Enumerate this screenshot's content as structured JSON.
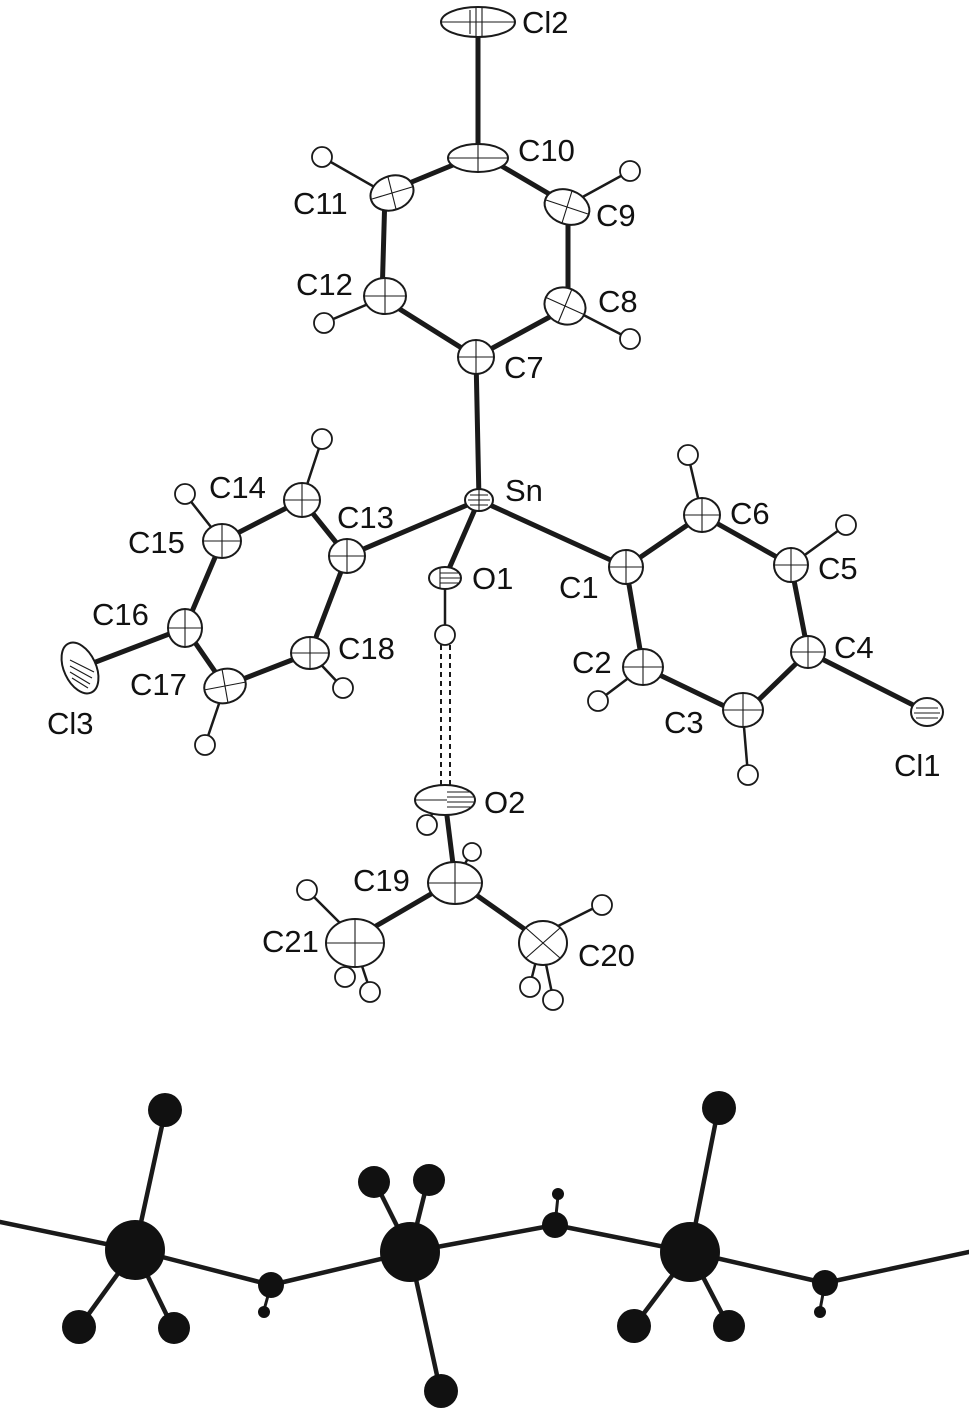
{
  "molecule": {
    "atoms": [
      {
        "id": "Cl2",
        "label": "Cl2"
      },
      {
        "id": "C10",
        "label": "C10"
      },
      {
        "id": "C11",
        "label": "C11"
      },
      {
        "id": "C9",
        "label": "C9"
      },
      {
        "id": "C12",
        "label": "C12"
      },
      {
        "id": "C8",
        "label": "C8"
      },
      {
        "id": "C7",
        "label": "C7"
      },
      {
        "id": "Sn",
        "label": "Sn"
      },
      {
        "id": "C14",
        "label": "C14"
      },
      {
        "id": "C13",
        "label": "C13"
      },
      {
        "id": "C15",
        "label": "C15"
      },
      {
        "id": "C16",
        "label": "C16"
      },
      {
        "id": "C17",
        "label": "C17"
      },
      {
        "id": "C18",
        "label": "C18"
      },
      {
        "id": "Cl3",
        "label": "Cl3"
      },
      {
        "id": "O1",
        "label": "O1"
      },
      {
        "id": "C6",
        "label": "C6"
      },
      {
        "id": "C5",
        "label": "C5"
      },
      {
        "id": "C1",
        "label": "C1"
      },
      {
        "id": "C4",
        "label": "C4"
      },
      {
        "id": "C2",
        "label": "C2"
      },
      {
        "id": "C3",
        "label": "C3"
      },
      {
        "id": "Cl1",
        "label": "Cl1"
      },
      {
        "id": "O2",
        "label": "O2"
      },
      {
        "id": "C19",
        "label": "C19"
      },
      {
        "id": "C21",
        "label": "C21"
      },
      {
        "id": "C20",
        "label": "C20"
      }
    ],
    "bonds": [
      [
        "Cl2",
        "C10"
      ],
      [
        "C10",
        "C11"
      ],
      [
        "C10",
        "C9"
      ],
      [
        "C11",
        "C12"
      ],
      [
        "C9",
        "C8"
      ],
      [
        "C12",
        "C7"
      ],
      [
        "C8",
        "C7"
      ],
      [
        "C7",
        "Sn"
      ],
      [
        "Sn",
        "C13"
      ],
      [
        "Sn",
        "C1"
      ],
      [
        "Sn",
        "O1"
      ],
      [
        "C13",
        "C14"
      ],
      [
        "C14",
        "C15"
      ],
      [
        "C15",
        "C16"
      ],
      [
        "C16",
        "C17"
      ],
      [
        "C17",
        "C18"
      ],
      [
        "C18",
        "C13"
      ],
      [
        "C16",
        "Cl3"
      ],
      [
        "C1",
        "C6"
      ],
      [
        "C6",
        "C5"
      ],
      [
        "C5",
        "C4"
      ],
      [
        "C4",
        "C3"
      ],
      [
        "C3",
        "C2"
      ],
      [
        "C2",
        "C1"
      ],
      [
        "C4",
        "Cl1"
      ],
      [
        "O2",
        "C19"
      ],
      [
        "C19",
        "C21"
      ],
      [
        "C19",
        "C20"
      ]
    ],
    "hydrogen_bond": [
      "O1",
      "O2"
    ]
  },
  "polymer_chain": {
    "description_visible": false
  }
}
